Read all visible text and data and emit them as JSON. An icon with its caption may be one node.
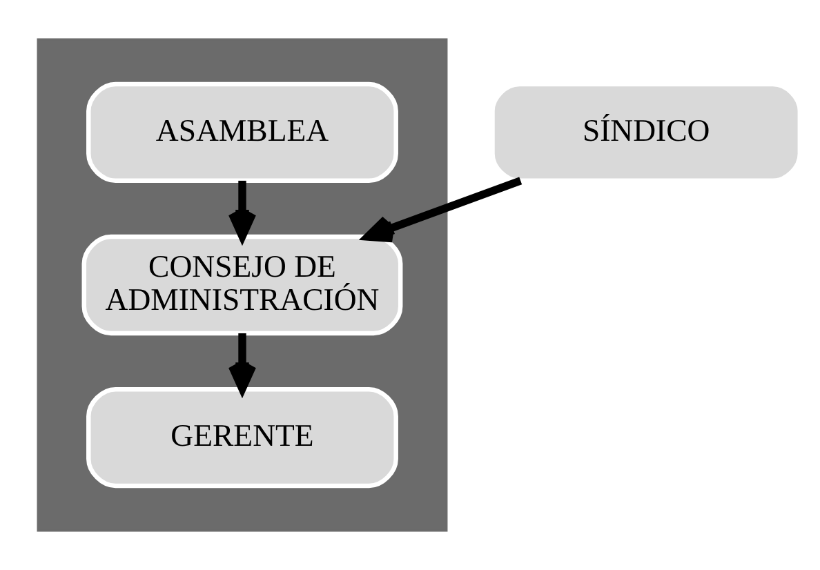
{
  "diagram": {
    "nodes": [
      {
        "text": [],
        "shape": "triangle"
      },
      {
        "text": [
          "ASAMBLEA"
        ],
        "in": 0
      },
      {
        "text": [
          "SÍNDICO"
        ]
      },
      {
        "text": [
          "CONSEJO DE ADMINISTRACIÓN"
        ],
        "in": 0
      },
      {
        "text": [
          "GERENTE"
        ],
        "in": 0
      }
    ],
    "edges": [
      {
        "from": 1,
        "to": 3,
        "arrow": "to"
      },
      {
        "from": 2,
        "to": 3,
        "arrow": "to"
      },
      {
        "from": 3,
        "to": 4,
        "arrow": "to"
      }
    ]
  }
}
